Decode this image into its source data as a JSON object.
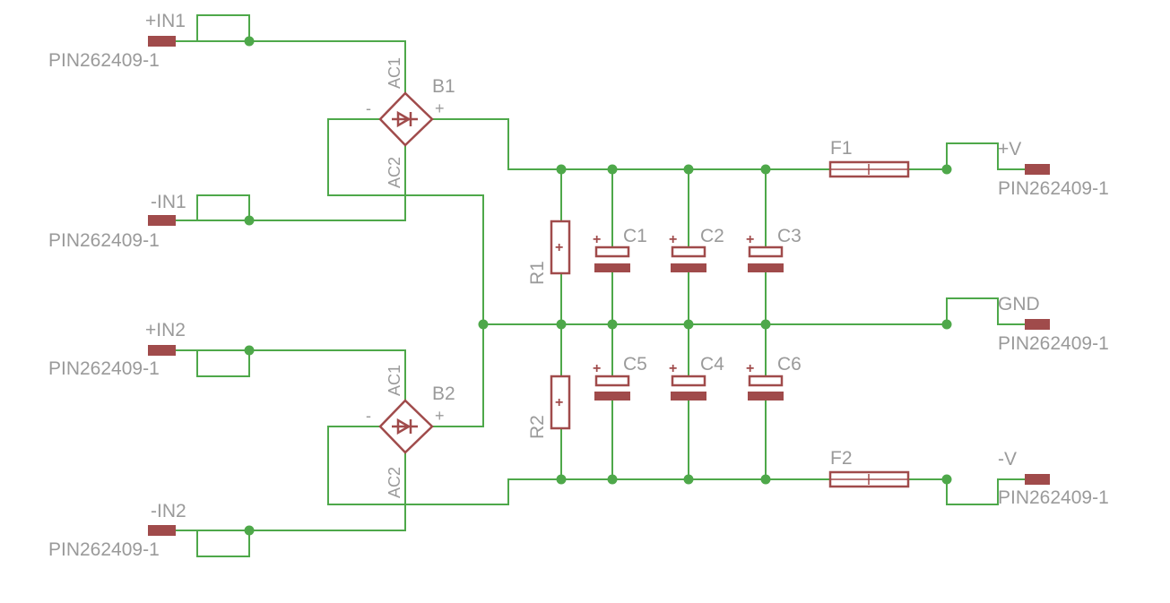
{
  "connectors": {
    "in1_pos": {
      "name": "+IN1",
      "part": "PIN262409-1"
    },
    "in1_neg": {
      "name": "-IN1",
      "part": "PIN262409-1"
    },
    "in2_pos": {
      "name": "+IN2",
      "part": "PIN262409-1"
    },
    "in2_neg": {
      "name": "-IN2",
      "part": "PIN262409-1"
    },
    "out_pos": {
      "name": "+V",
      "part": "PIN262409-1"
    },
    "out_gnd": {
      "name": "GND",
      "part": "PIN262409-1"
    },
    "out_neg": {
      "name": "-V",
      "part": "PIN262409-1"
    }
  },
  "bridges": {
    "b1": {
      "name": "B1",
      "ac1": "AC1",
      "ac2": "AC2",
      "plus": "+",
      "minus": "-"
    },
    "b2": {
      "name": "B2",
      "ac1": "AC1",
      "ac2": "AC2",
      "plus": "+",
      "minus": "-"
    }
  },
  "resistors": {
    "r1": "R1",
    "r2": "R2"
  },
  "capacitors": {
    "c1": "C1",
    "c2": "C2",
    "c3": "C3",
    "c4": "C4",
    "c5": "C5",
    "c6": "C6"
  },
  "fuses": {
    "f1": "F1",
    "f2": "F2"
  },
  "polarity_mark": "+",
  "colors": {
    "wire": "#4ea84a",
    "component": "#a04b4b",
    "label": "#9a9a9a",
    "background": "#ffffff"
  }
}
